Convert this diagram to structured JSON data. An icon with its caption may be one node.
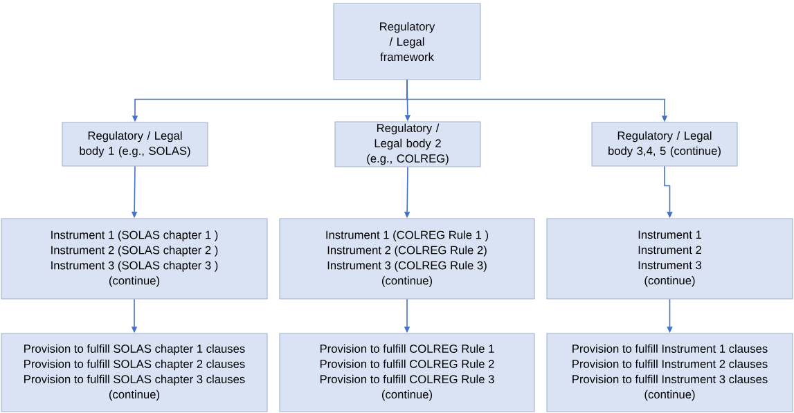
{
  "diagram": {
    "nodes": [
      {
        "text": [
          "Regulatory / Legal framework"
        ]
      },
      {
        "text": [
          "Regulatory / Legal body 1 (e.g., SOLAS)"
        ]
      },
      {
        "text": [
          "Regulatory / Legal body 2 (e.g., COLREG)"
        ]
      },
      {
        "text": [
          "Regulatory / Legal body 3,4, 5 (continue)"
        ]
      },
      {
        "text": [
          "Instrument 1 (SOLAS chapter 1 )",
          "Instrument 2 (SOLAS chapter 2 )",
          "Instrument 3 (SOLAS chapter 3 )",
          "(continue)"
        ]
      },
      {
        "text": [
          "Instrument 1 (COLREG Rule 1 )",
          "Instrument 2 (COLREG Rule 2)",
          "Instrument 3 (COLREG Rule 3)",
          "(continue)"
        ]
      },
      {
        "text": [
          "Instrument 1",
          "Instrument 2",
          "Instrument 3",
          "(continue)"
        ]
      },
      {
        "text": [
          "Provision to fulfill SOLAS chapter 1 clauses",
          "Provision to fulfill SOLAS chapter 2 clauses",
          "Provision to fulfill SOLAS chapter 3 clauses",
          "(continue)"
        ]
      },
      {
        "text": [
          "Provision to fulfill COLREG Rule 1",
          "Provision to fulfill COLREG Rule 2",
          "Provision to fulfill COLREG Rule 3",
          "(continue)"
        ]
      },
      {
        "text": [
          "Provision to fulfill Instrument 1 clauses",
          "Provision to fulfill Instrument 2 clauses",
          "Provision to fulfill Instrument 3 clauses",
          "(continue)"
        ]
      }
    ],
    "edges": [
      {
        "from": 0,
        "to": 1,
        "arrow": "to"
      },
      {
        "from": 0,
        "to": 2,
        "arrow": "to"
      },
      {
        "from": 0,
        "to": 3,
        "arrow": "to"
      },
      {
        "from": 1,
        "to": 4,
        "arrow": "to"
      },
      {
        "from": 2,
        "to": 5,
        "arrow": "to"
      },
      {
        "from": 3,
        "to": 6,
        "arrow": "to"
      },
      {
        "from": 4,
        "to": 7,
        "arrow": "to"
      },
      {
        "from": 5,
        "to": 8,
        "arrow": "to"
      },
      {
        "from": 6,
        "to": 9,
        "arrow": "to"
      }
    ]
  }
}
